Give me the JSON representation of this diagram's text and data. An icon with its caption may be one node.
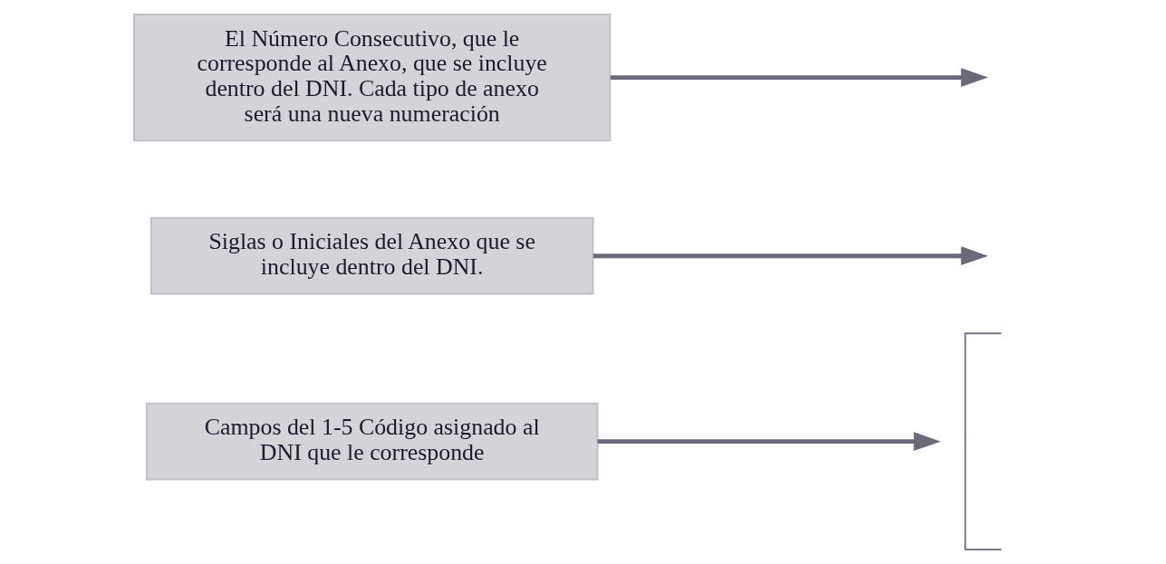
{
  "diagram": {
    "nodes": [
      {
        "text": [],
        "shape": "brace"
      },
      {
        "text": [
          "Campos del 1-5 Código asignado al DNI que le corresponde"
        ]
      },
      {
        "text": [
          "Siglas o Iniciales del Anexo que se incluye dentro del DNI."
        ]
      },
      {
        "text": [
          "El Número Consecutivo, que le corresponde al Anexo, que se incluye dentro del DNI. Cada tipo de anexo será una nueva numeración"
        ]
      }
    ],
    "edges": [
      {
        "from": 1,
        "to": 0,
        "arrow": "to"
      },
      {
        "from": 2,
        "to": null,
        "arrow": "to"
      },
      {
        "from": 3,
        "to": null,
        "arrow": "to"
      }
    ]
  }
}
